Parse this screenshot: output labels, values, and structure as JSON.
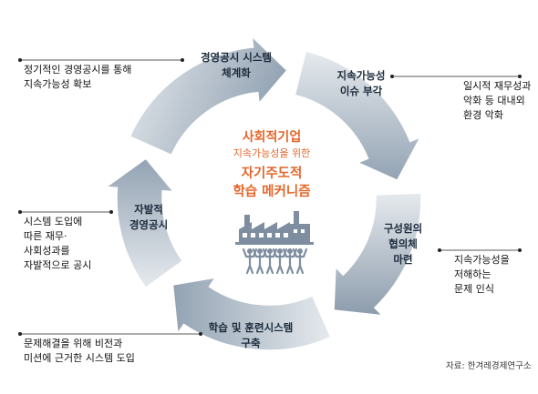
{
  "center": {
    "title": "사회적기업",
    "subtitle": "지속가능성을 위한",
    "main": "자기주도적\n학습 메커니즘"
  },
  "stages": [
    {
      "label": "경영공시 시스템\n체계화"
    },
    {
      "label": "지속가능성\n이슈 부각"
    },
    {
      "label": "구성원의\n협의체\n마련"
    },
    {
      "label": "학습 및 훈련시스템\n구축"
    },
    {
      "label": "자발적\n경영공시"
    }
  ],
  "notes": [
    {
      "text": "정기적인 경영공시를 통해\n지속가능성 확보"
    },
    {
      "text": "일시적 재무성과\n악화 등 대내외\n환경 악화"
    },
    {
      "text": "지속가능성을\n저해하는\n문제 인식"
    },
    {
      "text": "문제해결을 위해 비전과\n미션에 근거한 시스템 도입"
    },
    {
      "text": "시스템 도입에\n따른 재무·\n사회성과를\n자발적으로 공시"
    }
  ],
  "source": "자료: 한겨레경제연구소",
  "colors": {
    "arrow_dark": "#8fa0b0",
    "arrow_light": "#e4e8ec",
    "accent": "#e4662a",
    "icon": "#7e8ea0"
  },
  "icon_names": [
    "factory-icon",
    "people-icon"
  ]
}
